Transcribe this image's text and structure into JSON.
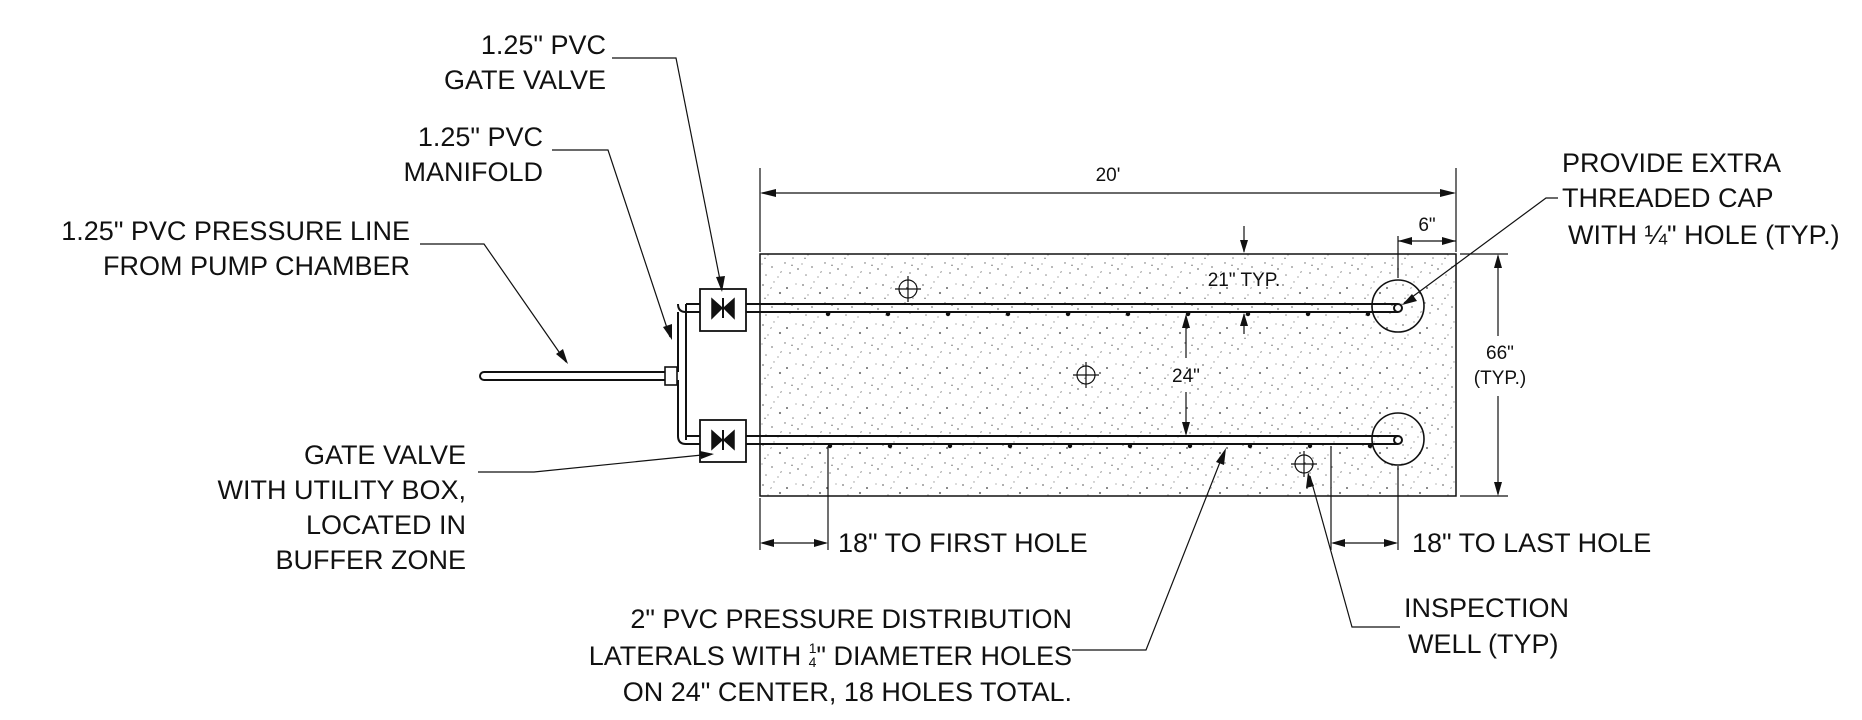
{
  "labels": {
    "gate_valve_top": [
      "1.25\" PVC",
      "GATE VALVE"
    ],
    "manifold": [
      "1.25\" PVC",
      "MANIFOLD"
    ],
    "pressure_line": [
      "1.25\" PVC PRESSURE LINE",
      "FROM PUMP CHAMBER"
    ],
    "gate_valve_box": [
      "GATE VALVE",
      "WITH UTILITY BOX,",
      "LOCATED IN",
      "BUFFER ZONE"
    ],
    "laterals": {
      "line1": "2\" PVC PRESSURE DISTRIBUTION",
      "line2_pre": "LATERALS WITH ",
      "frac_num": "1",
      "frac_den": "4",
      "line2_post": "\" DIAMETER HOLES",
      "line3": "ON 24\" CENTER, 18 HOLES TOTAL."
    },
    "threaded_cap": {
      "line1": "PROVIDE EXTRA",
      "line2": "THREADED CAP",
      "line3_pre": "WITH ",
      "line3_frac": "¼",
      "line3_post": "\" HOLE (TYP.)"
    },
    "inspection_well": [
      "INSPECTION",
      "WELL (TYP)"
    ]
  },
  "dimensions": {
    "overall_length": "20'",
    "end_offset": "6\"",
    "top_offset": "21\" TYP.",
    "lateral_spacing": "24\"",
    "bed_width": [
      "66\"",
      "(TYP.)"
    ],
    "first_hole": "18\" TO FIRST HOLE",
    "last_hole": "18\" TO LAST HOLE"
  }
}
